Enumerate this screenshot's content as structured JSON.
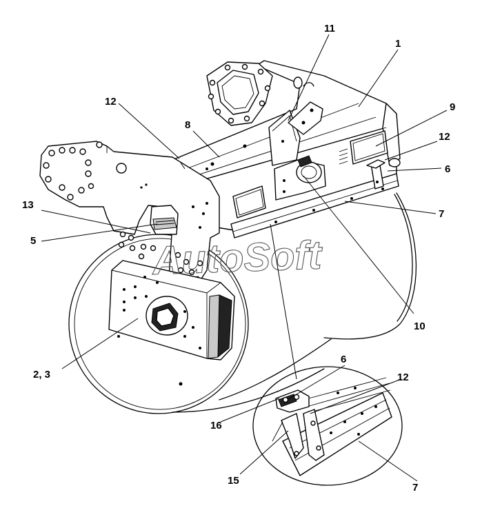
{
  "callouts": {
    "c1": "1",
    "c11": "11",
    "c12_top": "12",
    "c8": "8",
    "c9": "9",
    "c12_right": "12",
    "c6_right": "6",
    "c13": "13",
    "c5": "5",
    "c7_right": "7",
    "c10": "10",
    "c2_3": "2, 3",
    "c6_detail": "6",
    "c12_detail": "12",
    "c16": "16",
    "c15": "15",
    "c7_detail": "7"
  },
  "watermark": "AutoSoft"
}
